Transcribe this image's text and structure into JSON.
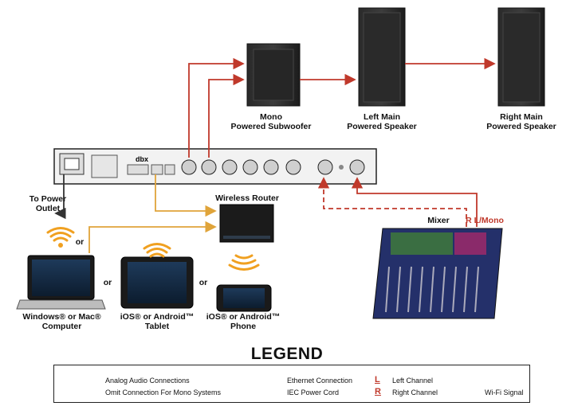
{
  "devices": {
    "subwoofer": {
      "line1": "Mono",
      "line2": "Powered Subwoofer"
    },
    "left_main": {
      "line1": "Left Main",
      "line2": "Powered Speaker"
    },
    "right_main": {
      "line1": "Right Main",
      "line2": "Powered Speaker"
    },
    "power_outlet": {
      "line1": "To Power",
      "line2": "Outlet"
    },
    "router": {
      "label": "Wireless Router"
    },
    "mixer": {
      "label": "Mixer",
      "channel_label": "R L/Mono"
    },
    "computer": {
      "line1": "Windows® or Mac®",
      "line2": "Computer"
    },
    "tablet": {
      "line1": "iOS® or Android™",
      "line2": "Tablet"
    },
    "phone": {
      "line1": "iOS® or Android™",
      "line2": "Phone"
    },
    "or_labels": [
      "or",
      "or",
      "or"
    ],
    "rack_brand": "dbx"
  },
  "legend": {
    "title": "LEGEND",
    "analog": "Analog Audio Connections",
    "omit": "Omit Connection For Mono Systems",
    "ethernet": "Ethernet Connection",
    "iec": "IEC Power Cord",
    "left_letter": "L",
    "left_channel": "Left Channel",
    "right_letter": "R",
    "right_channel": "Right Channel",
    "wifi": "Wi-Fi Signal"
  },
  "colors": {
    "analog": "#c0392b",
    "ethernet": "#e0a43a",
    "power": "#333333",
    "wifi": "#f0a020"
  }
}
